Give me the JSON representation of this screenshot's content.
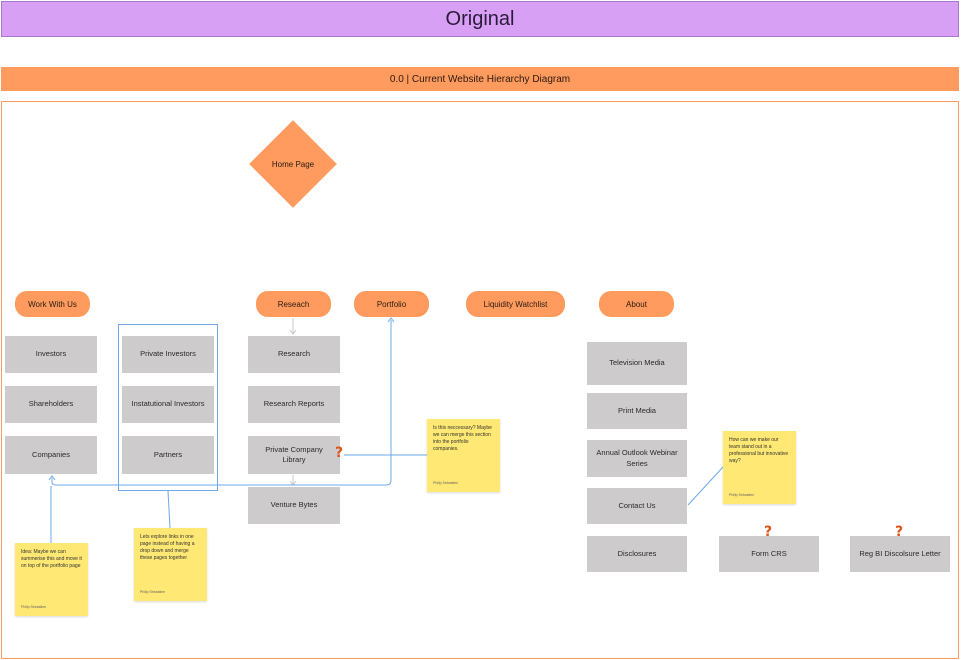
{
  "header": {
    "title": "Original"
  },
  "diagram": {
    "title": "0.0 | Current Website Hierarchy Diagram",
    "root": "Home Page",
    "categories": {
      "work_with_us": "Work With Us",
      "research": "Reseach",
      "portfolio": "Portfolio",
      "liquidity": "Liquidity Watchlist",
      "about": "About"
    },
    "work_with_us_items": [
      "Investors",
      "Shareholders",
      "Companies"
    ],
    "investor_group_items": [
      "Private Investors",
      "Instatutional Investors",
      "Partners"
    ],
    "research_items": [
      "Research",
      "Research Reports",
      "Private Company Library",
      "Venture Bytes"
    ],
    "about_items": [
      "Television Media",
      "Print Media",
      "Annual Outlook Webinar Series",
      "Contact Us",
      "Disclosures"
    ],
    "extra_items": {
      "form_crs": "Form CRS",
      "reg_bi": "Reg BI Discolsure Letter"
    },
    "question_mark": "?"
  },
  "notes": [
    {
      "text": "Idea: Maybe we can summerise this and move it on top of the portfolio page",
      "author": "Philip Sebastien"
    },
    {
      "text": "Lets explore links in one page instead of having a drop down and merge these pages together",
      "author": "Philip Sebastien"
    },
    {
      "text": "Is this neccessary? Maybe we can merge this section into the portfolio companies.",
      "author": "Philip Sebastien"
    },
    {
      "text": "How can we make our team stand out in a professional but innovative way?",
      "author": "Philip Sebastien"
    }
  ],
  "colors": {
    "header_bg": "#d8a0f4",
    "accent": "#ff9b5e",
    "box": "#cdcbcb",
    "note": "#ffe873",
    "connector": "#6da8e8"
  }
}
